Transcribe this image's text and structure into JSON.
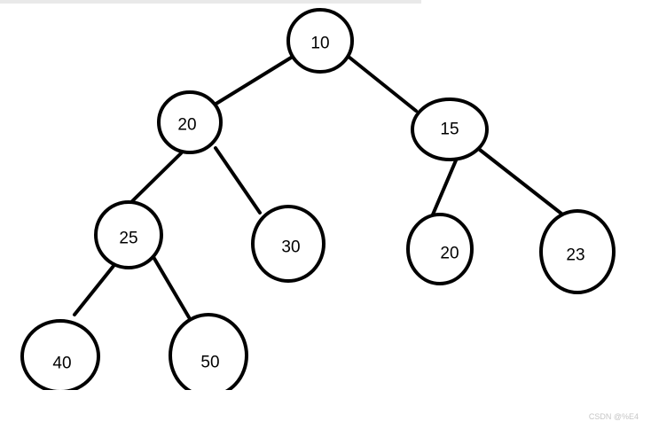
{
  "diagram": {
    "type": "binary-tree",
    "stroke_color": "#000000",
    "background_color": "#ffffff",
    "nodes": [
      {
        "id": "n1",
        "label": "10"
      },
      {
        "id": "n2",
        "label": "20"
      },
      {
        "id": "n3",
        "label": "15"
      },
      {
        "id": "n4",
        "label": "25"
      },
      {
        "id": "n5",
        "label": "30"
      },
      {
        "id": "n6",
        "label": "20"
      },
      {
        "id": "n7",
        "label": "23"
      },
      {
        "id": "n8",
        "label": "40"
      },
      {
        "id": "n9",
        "label": "50"
      }
    ],
    "edges": [
      {
        "from": "n1",
        "to": "n2"
      },
      {
        "from": "n1",
        "to": "n3"
      },
      {
        "from": "n2",
        "to": "n4"
      },
      {
        "from": "n2",
        "to": "n5"
      },
      {
        "from": "n3",
        "to": "n6"
      },
      {
        "from": "n3",
        "to": "n7"
      },
      {
        "from": "n4",
        "to": "n8"
      },
      {
        "from": "n4",
        "to": "n9"
      }
    ]
  },
  "watermark": {
    "text": "CSDN @%E4"
  }
}
